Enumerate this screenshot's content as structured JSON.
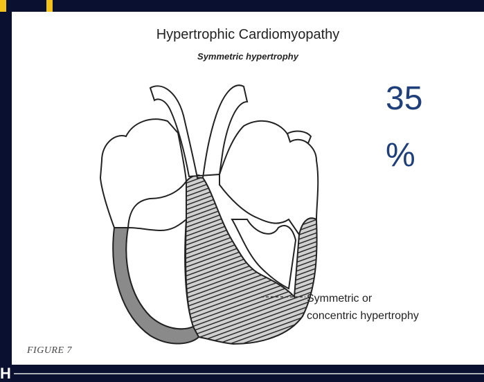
{
  "slide": {
    "title": "Hypertrophic Cardiomyopathy",
    "subtitle": "Symmetric hypertrophy",
    "stat_line1": "35",
    "stat_line2": "%",
    "callout_line1": "Symmetric or",
    "callout_line2": "concentric hypertrophy",
    "figure_label": "FIGURE 7",
    "footer_fragment": "H"
  },
  "colors": {
    "background": "#0a1030",
    "accent": "#f2c21a",
    "stat_text": "#1f3f7a",
    "myocardium": "#8a8a8a"
  }
}
